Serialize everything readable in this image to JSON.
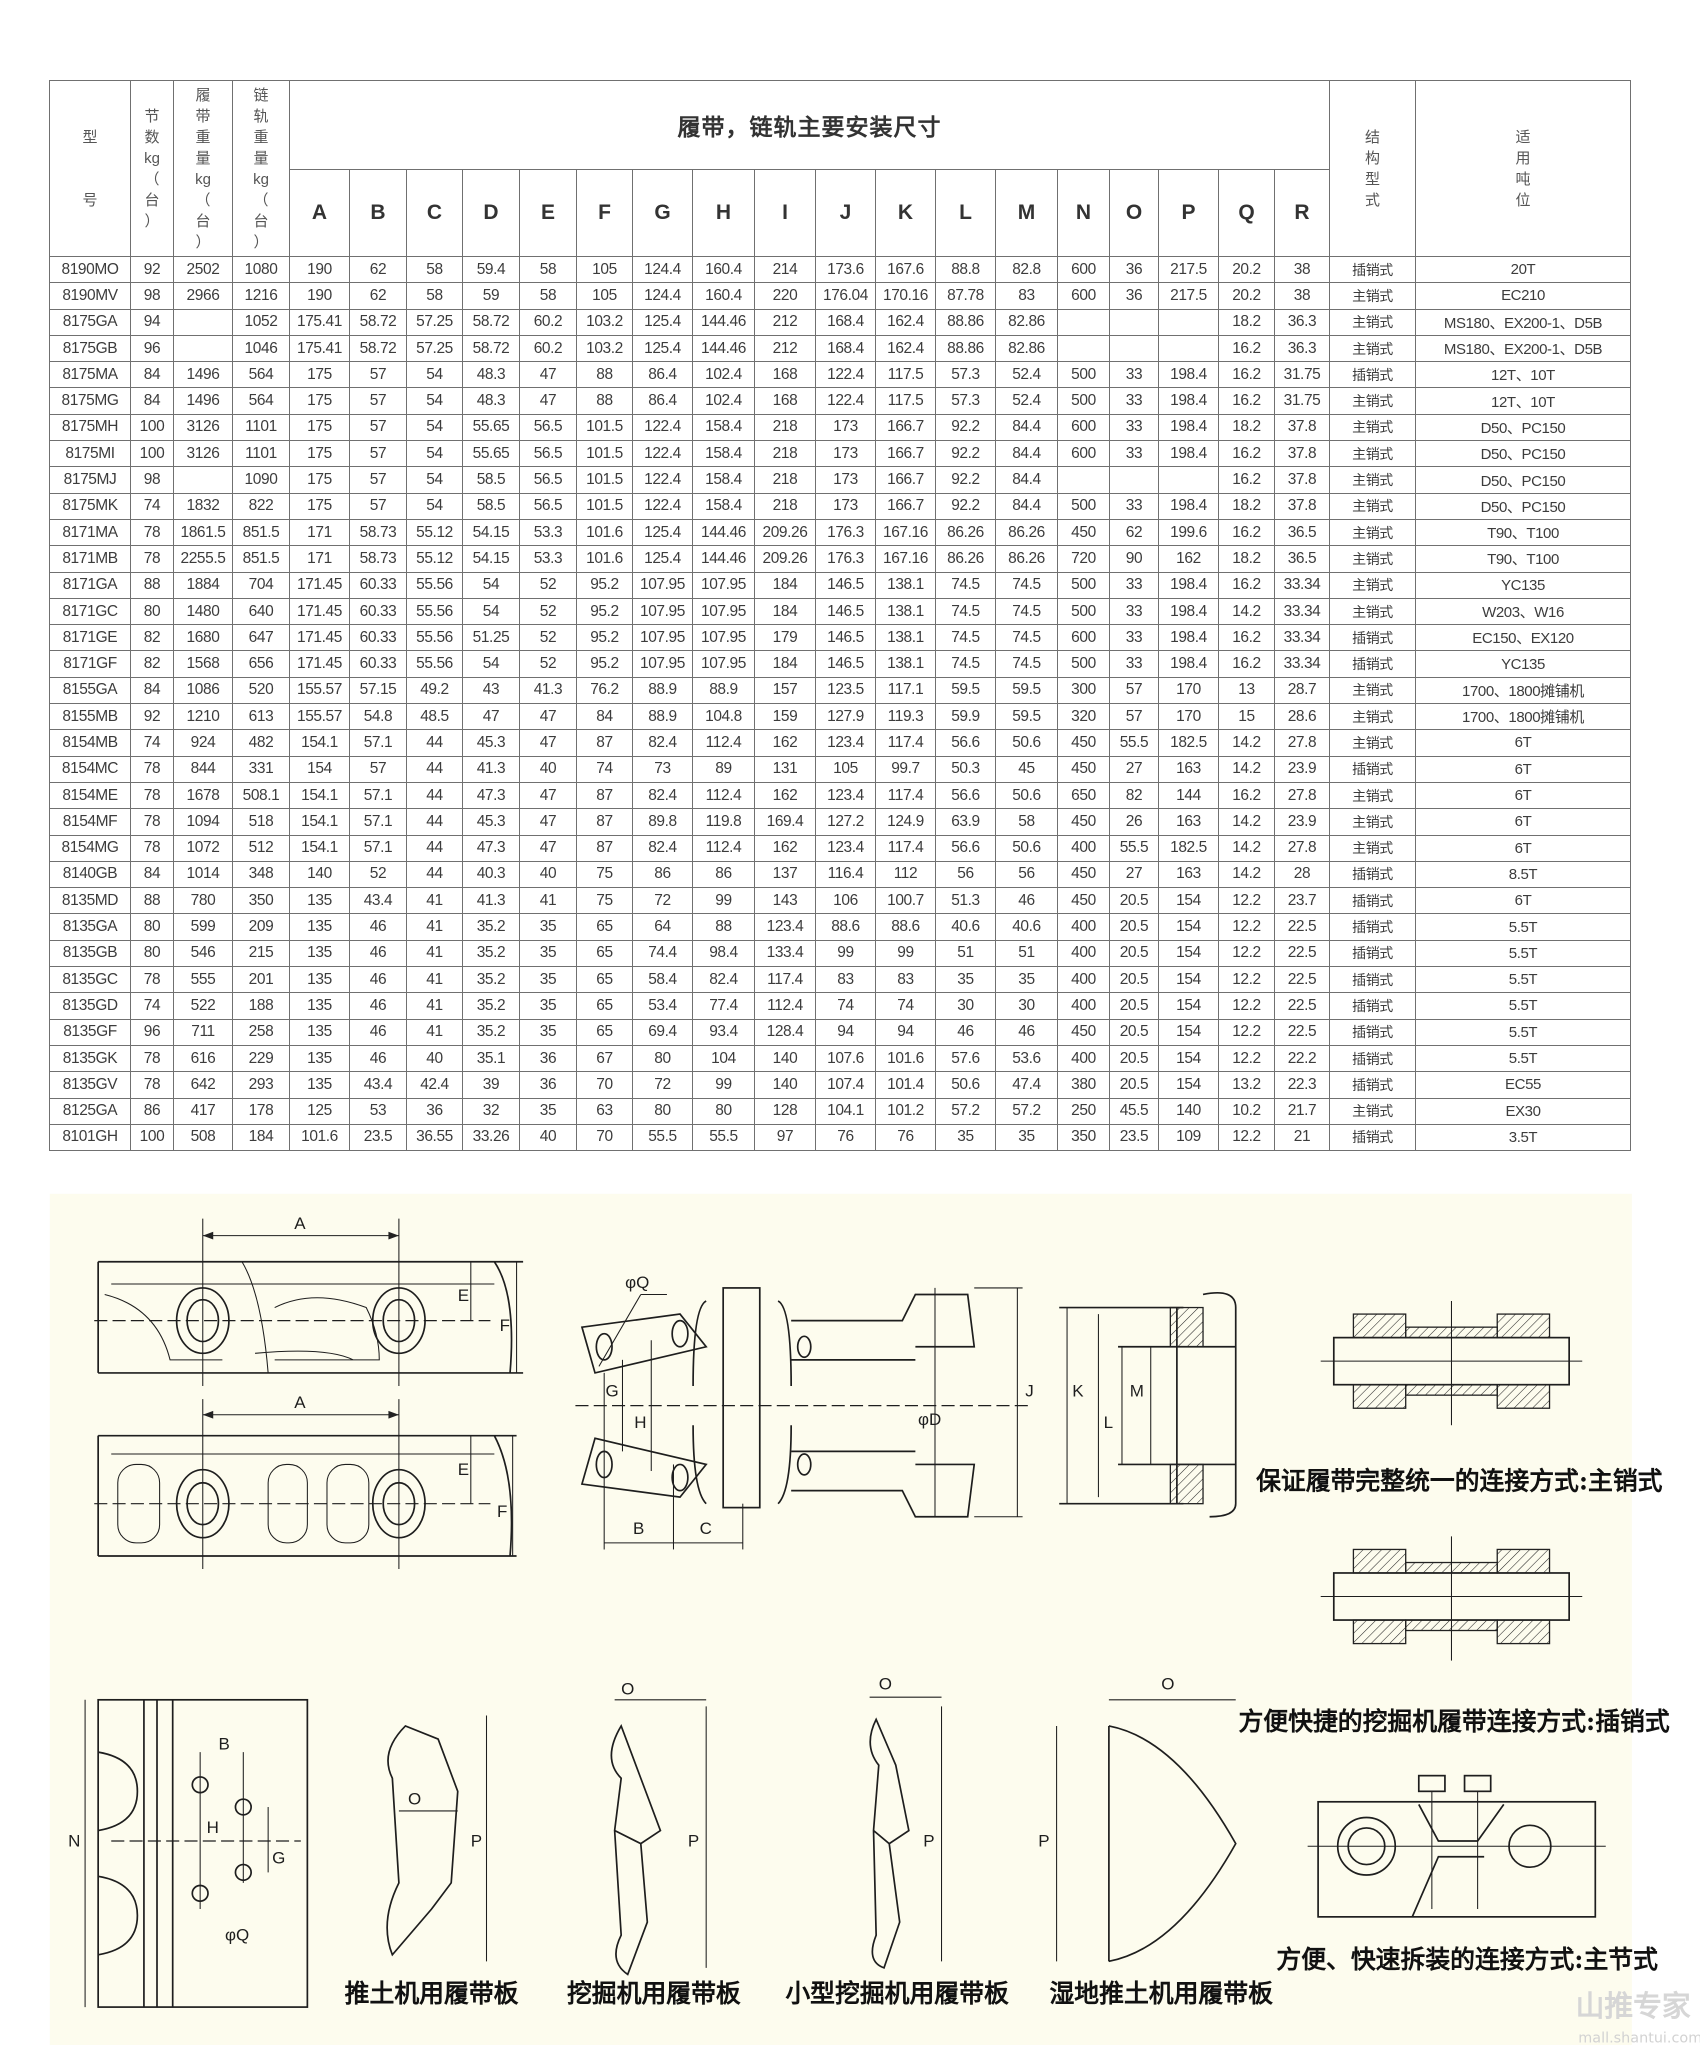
{
  "table": {
    "title": "履带，链轨主要安装尺寸",
    "headers": {
      "model": "型\n\n\n号",
      "links": "节\n数\nkg\n（\n台\n）",
      "track_weight": "履\n带\n重\n量\nkg\n（\n台\n）",
      "chain_weight": "链\n轨\n重\n量\nkg\n（\n台\n）",
      "structure": "结\n构\n型\n式",
      "tonnage": "适\n用\n吨\n位",
      "dims": [
        "A",
        "B",
        "C",
        "D",
        "E",
        "F",
        "G",
        "H",
        "I",
        "J",
        "K",
        "L",
        "M",
        "N",
        "O",
        "P",
        "Q",
        "R"
      ]
    },
    "rows": [
      [
        "8190MO",
        "92",
        "2502",
        "1080",
        "190",
        "62",
        "58",
        "59.4",
        "58",
        "105",
        "124.4",
        "160.4",
        "214",
        "173.6",
        "167.6",
        "88.8",
        "82.8",
        "600",
        "36",
        "217.5",
        "20.2",
        "38",
        "插销式",
        "20T"
      ],
      [
        "8190MV",
        "98",
        "2966",
        "1216",
        "190",
        "62",
        "58",
        "59",
        "58",
        "105",
        "124.4",
        "160.4",
        "220",
        "176.04",
        "170.16",
        "87.78",
        "83",
        "600",
        "36",
        "217.5",
        "20.2",
        "38",
        "主销式",
        "EC210"
      ],
      [
        "8175GA",
        "94",
        "",
        "1052",
        "175.41",
        "58.72",
        "57.25",
        "58.72",
        "60.2",
        "103.2",
        "125.4",
        "144.46",
        "212",
        "168.4",
        "162.4",
        "88.86",
        "82.86",
        "",
        "",
        "",
        "18.2",
        "36.3",
        "主销式",
        "MS180、EX200-1、D5B"
      ],
      [
        "8175GB",
        "96",
        "",
        "1046",
        "175.41",
        "58.72",
        "57.25",
        "58.72",
        "60.2",
        "103.2",
        "125.4",
        "144.46",
        "212",
        "168.4",
        "162.4",
        "88.86",
        "82.86",
        "",
        "",
        "",
        "16.2",
        "36.3",
        "主销式",
        "MS180、EX200-1、D5B"
      ],
      [
        "8175MA",
        "84",
        "1496",
        "564",
        "175",
        "57",
        "54",
        "48.3",
        "47",
        "88",
        "86.4",
        "102.4",
        "168",
        "122.4",
        "117.5",
        "57.3",
        "52.4",
        "500",
        "33",
        "198.4",
        "16.2",
        "31.75",
        "插销式",
        "12T、10T"
      ],
      [
        "8175MG",
        "84",
        "1496",
        "564",
        "175",
        "57",
        "54",
        "48.3",
        "47",
        "88",
        "86.4",
        "102.4",
        "168",
        "122.4",
        "117.5",
        "57.3",
        "52.4",
        "500",
        "33",
        "198.4",
        "16.2",
        "31.75",
        "主销式",
        "12T、10T"
      ],
      [
        "8175MH",
        "100",
        "3126",
        "1101",
        "175",
        "57",
        "54",
        "55.65",
        "56.5",
        "101.5",
        "122.4",
        "158.4",
        "218",
        "173",
        "166.7",
        "92.2",
        "84.4",
        "600",
        "33",
        "198.4",
        "18.2",
        "37.8",
        "主销式",
        "D50、PC150"
      ],
      [
        "8175MI",
        "100",
        "3126",
        "1101",
        "175",
        "57",
        "54",
        "55.65",
        "56.5",
        "101.5",
        "122.4",
        "158.4",
        "218",
        "173",
        "166.7",
        "92.2",
        "84.4",
        "600",
        "33",
        "198.4",
        "16.2",
        "37.8",
        "主销式",
        "D50、PC150"
      ],
      [
        "8175MJ",
        "98",
        "",
        "1090",
        "175",
        "57",
        "54",
        "58.5",
        "56.5",
        "101.5",
        "122.4",
        "158.4",
        "218",
        "173",
        "166.7",
        "92.2",
        "84.4",
        "",
        "",
        "",
        "16.2",
        "37.8",
        "主销式",
        "D50、PC150"
      ],
      [
        "8175MK",
        "74",
        "1832",
        "822",
        "175",
        "57",
        "54",
        "58.5",
        "56.5",
        "101.5",
        "122.4",
        "158.4",
        "218",
        "173",
        "166.7",
        "92.2",
        "84.4",
        "500",
        "33",
        "198.4",
        "18.2",
        "37.8",
        "主销式",
        "D50、PC150"
      ],
      [
        "8171MA",
        "78",
        "1861.5",
        "851.5",
        "171",
        "58.73",
        "55.12",
        "54.15",
        "53.3",
        "101.6",
        "125.4",
        "144.46",
        "209.26",
        "176.3",
        "167.16",
        "86.26",
        "86.26",
        "450",
        "62",
        "199.6",
        "16.2",
        "36.5",
        "主销式",
        "T90、T100"
      ],
      [
        "8171MB",
        "78",
        "2255.5",
        "851.5",
        "171",
        "58.73",
        "55.12",
        "54.15",
        "53.3",
        "101.6",
        "125.4",
        "144.46",
        "209.26",
        "176.3",
        "167.16",
        "86.26",
        "86.26",
        "720",
        "90",
        "162",
        "18.2",
        "36.5",
        "主销式",
        "T90、T100"
      ],
      [
        "8171GA",
        "88",
        "1884",
        "704",
        "171.45",
        "60.33",
        "55.56",
        "54",
        "52",
        "95.2",
        "107.95",
        "107.95",
        "184",
        "146.5",
        "138.1",
        "74.5",
        "74.5",
        "500",
        "33",
        "198.4",
        "16.2",
        "33.34",
        "主销式",
        "YC135"
      ],
      [
        "8171GC",
        "80",
        "1480",
        "640",
        "171.45",
        "60.33",
        "55.56",
        "54",
        "52",
        "95.2",
        "107.95",
        "107.95",
        "184",
        "146.5",
        "138.1",
        "74.5",
        "74.5",
        "500",
        "33",
        "198.4",
        "14.2",
        "33.34",
        "主销式",
        "W203、W16"
      ],
      [
        "8171GE",
        "82",
        "1680",
        "647",
        "171.45",
        "60.33",
        "55.56",
        "51.25",
        "52",
        "95.2",
        "107.95",
        "107.95",
        "179",
        "146.5",
        "138.1",
        "74.5",
        "74.5",
        "600",
        "33",
        "198.4",
        "16.2",
        "33.34",
        "插销式",
        "EC150、EX120"
      ],
      [
        "8171GF",
        "82",
        "1568",
        "656",
        "171.45",
        "60.33",
        "55.56",
        "54",
        "52",
        "95.2",
        "107.95",
        "107.95",
        "184",
        "146.5",
        "138.1",
        "74.5",
        "74.5",
        "500",
        "33",
        "198.4",
        "16.2",
        "33.34",
        "插销式",
        "YC135"
      ],
      [
        "8155GA",
        "84",
        "1086",
        "520",
        "155.57",
        "57.15",
        "49.2",
        "43",
        "41.3",
        "76.2",
        "88.9",
        "88.9",
        "157",
        "123.5",
        "117.1",
        "59.5",
        "59.5",
        "300",
        "57",
        "170",
        "13",
        "28.7",
        "主销式",
        "1700、1800摊铺机"
      ],
      [
        "8155MB",
        "92",
        "1210",
        "613",
        "155.57",
        "54.8",
        "48.5",
        "47",
        "47",
        "84",
        "88.9",
        "104.8",
        "159",
        "127.9",
        "119.3",
        "59.9",
        "59.5",
        "320",
        "57",
        "170",
        "15",
        "28.6",
        "主销式",
        "1700、1800摊铺机"
      ],
      [
        "8154MB",
        "74",
        "924",
        "482",
        "154.1",
        "57.1",
        "44",
        "45.3",
        "47",
        "87",
        "82.4",
        "112.4",
        "162",
        "123.4",
        "117.4",
        "56.6",
        "50.6",
        "450",
        "55.5",
        "182.5",
        "14.2",
        "27.8",
        "主销式",
        "6T"
      ],
      [
        "8154MC",
        "78",
        "844",
        "331",
        "154",
        "57",
        "44",
        "41.3",
        "40",
        "74",
        "73",
        "89",
        "131",
        "105",
        "99.7",
        "50.3",
        "45",
        "450",
        "27",
        "163",
        "14.2",
        "23.9",
        "插销式",
        "6T"
      ],
      [
        "8154ME",
        "78",
        "1678",
        "508.1",
        "154.1",
        "57.1",
        "44",
        "47.3",
        "47",
        "87",
        "82.4",
        "112.4",
        "162",
        "123.4",
        "117.4",
        "56.6",
        "50.6",
        "650",
        "82",
        "144",
        "16.2",
        "27.8",
        "主销式",
        "6T"
      ],
      [
        "8154MF",
        "78",
        "1094",
        "518",
        "154.1",
        "57.1",
        "44",
        "45.3",
        "47",
        "87",
        "89.8",
        "119.8",
        "169.4",
        "127.2",
        "124.9",
        "63.9",
        "58",
        "450",
        "26",
        "163",
        "14.2",
        "23.9",
        "主销式",
        "6T"
      ],
      [
        "8154MG",
        "78",
        "1072",
        "512",
        "154.1",
        "57.1",
        "44",
        "47.3",
        "47",
        "87",
        "82.4",
        "112.4",
        "162",
        "123.4",
        "117.4",
        "56.6",
        "50.6",
        "400",
        "55.5",
        "182.5",
        "14.2",
        "27.8",
        "主销式",
        "6T"
      ],
      [
        "8140GB",
        "84",
        "1014",
        "348",
        "140",
        "52",
        "44",
        "40.3",
        "40",
        "75",
        "86",
        "86",
        "137",
        "116.4",
        "112",
        "56",
        "56",
        "450",
        "27",
        "163",
        "14.2",
        "28",
        "插销式",
        "8.5T"
      ],
      [
        "8135MD",
        "88",
        "780",
        "350",
        "135",
        "43.4",
        "41",
        "41.3",
        "41",
        "75",
        "72",
        "99",
        "143",
        "106",
        "100.7",
        "51.3",
        "46",
        "450",
        "20.5",
        "154",
        "12.2",
        "23.7",
        "插销式",
        "6T"
      ],
      [
        "8135GA",
        "80",
        "599",
        "209",
        "135",
        "46",
        "41",
        "35.2",
        "35",
        "65",
        "64",
        "88",
        "123.4",
        "88.6",
        "88.6",
        "40.6",
        "40.6",
        "400",
        "20.5",
        "154",
        "12.2",
        "22.5",
        "插销式",
        "5.5T"
      ],
      [
        "8135GB",
        "80",
        "546",
        "215",
        "135",
        "46",
        "41",
        "35.2",
        "35",
        "65",
        "74.4",
        "98.4",
        "133.4",
        "99",
        "99",
        "51",
        "51",
        "400",
        "20.5",
        "154",
        "12.2",
        "22.5",
        "插销式",
        "5.5T"
      ],
      [
        "8135GC",
        "78",
        "555",
        "201",
        "135",
        "46",
        "41",
        "35.2",
        "35",
        "65",
        "58.4",
        "82.4",
        "117.4",
        "83",
        "83",
        "35",
        "35",
        "400",
        "20.5",
        "154",
        "12.2",
        "22.5",
        "插销式",
        "5.5T"
      ],
      [
        "8135GD",
        "74",
        "522",
        "188",
        "135",
        "46",
        "41",
        "35.2",
        "35",
        "65",
        "53.4",
        "77.4",
        "112.4",
        "74",
        "74",
        "30",
        "30",
        "400",
        "20.5",
        "154",
        "12.2",
        "22.5",
        "插销式",
        "5.5T"
      ],
      [
        "8135GF",
        "96",
        "711",
        "258",
        "135",
        "46",
        "41",
        "35.2",
        "35",
        "65",
        "69.4",
        "93.4",
        "128.4",
        "94",
        "94",
        "46",
        "46",
        "450",
        "20.5",
        "154",
        "12.2",
        "22.5",
        "插销式",
        "5.5T"
      ],
      [
        "8135GK",
        "78",
        "616",
        "229",
        "135",
        "46",
        "40",
        "35.1",
        "36",
        "67",
        "80",
        "104",
        "140",
        "107.6",
        "101.6",
        "57.6",
        "53.6",
        "400",
        "20.5",
        "154",
        "12.2",
        "22.2",
        "插销式",
        "5.5T"
      ],
      [
        "8135GV",
        "78",
        "642",
        "293",
        "135",
        "43.4",
        "42.4",
        "39",
        "36",
        "70",
        "72",
        "99",
        "140",
        "107.4",
        "101.4",
        "50.6",
        "47.4",
        "380",
        "20.5",
        "154",
        "13.2",
        "22.3",
        "插销式",
        "EC55"
      ],
      [
        "8125GA",
        "86",
        "417",
        "178",
        "125",
        "53",
        "36",
        "32",
        "35",
        "63",
        "80",
        "80",
        "128",
        "104.1",
        "101.2",
        "57.2",
        "57.2",
        "250",
        "45.5",
        "140",
        "10.2",
        "21.7",
        "主销式",
        "EX30"
      ],
      [
        "8101GH",
        "100",
        "508",
        "184",
        "101.6",
        "23.5",
        "36.55",
        "33.26",
        "40",
        "70",
        "55.5",
        "55.5",
        "97",
        "76",
        "76",
        "35",
        "35",
        "350",
        "23.5",
        "109",
        "12.2",
        "21",
        "插销式",
        "3.5T"
      ]
    ]
  },
  "drawings": {
    "labels": {
      "A": "A",
      "B": "B",
      "C": "C",
      "E": "E",
      "F": "F",
      "G": "G",
      "H": "H",
      "J": "J",
      "K": "K",
      "L": "L",
      "M": "M",
      "N": "N",
      "O": "O",
      "P": "P",
      "phiQ": "φQ",
      "phiD": "φD"
    },
    "captions": {
      "dozer_shoe": "推土机用履带板",
      "excavator_shoe": "挖掘机用履带板",
      "mini_excavator_shoe": "小型挖掘机用履带板",
      "wetland_dozer_shoe": "湿地推土机用履带板",
      "master_pin": "保证履带完整统一的连接方式:主销式",
      "insert_pin": "方便快捷的挖掘机履带连接方式:插销式",
      "master_link": "方便、快速拆装的连接方式:主节式"
    }
  },
  "watermark": {
    "brand": "山推专家",
    "site": "mall.shantui.com"
  },
  "colors": {
    "panel_bg": "#fdfcee",
    "grid": "#707070"
  }
}
